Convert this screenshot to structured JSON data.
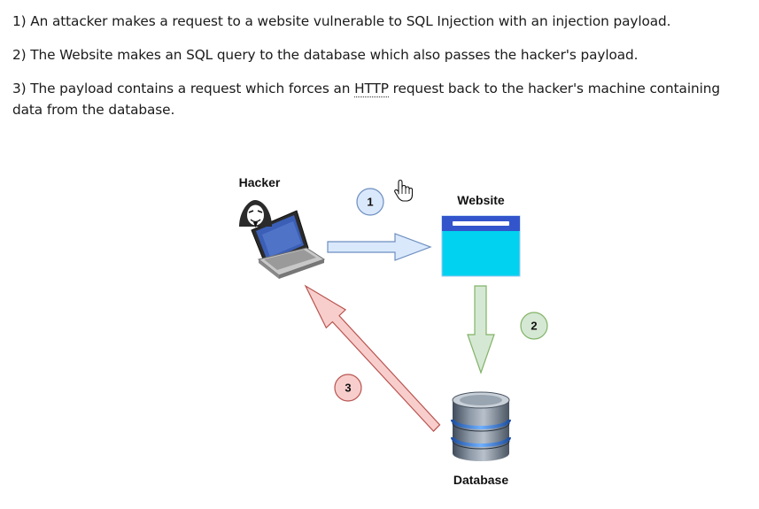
{
  "steps": [
    {
      "text": "1) An attacker makes a request to a website vulnerable to SQL Injection with an injection payload."
    },
    {
      "text": "2) The Website makes an SQL query to the database which also passes the hacker's payload."
    },
    {
      "before": "3) The payload contains a request which forces an ",
      "abbr": "HTTP",
      "after": " request back to the hacker's machine containing data from the database."
    }
  ],
  "diagram": {
    "nodes": {
      "hacker": "Hacker",
      "website": "Website",
      "database": "Database"
    },
    "badges": {
      "one": "1",
      "two": "2",
      "three": "3"
    },
    "colors": {
      "arrow1_fill": "#dae8fc",
      "arrow1_stroke": "#6c8ebf",
      "arrow2_fill": "#d5e8d4",
      "arrow2_stroke": "#82b366",
      "arrow3_fill": "#f8cecc",
      "arrow3_stroke": "#b85450",
      "website_header": "#3355cc",
      "website_body": "#00d2f0"
    }
  }
}
